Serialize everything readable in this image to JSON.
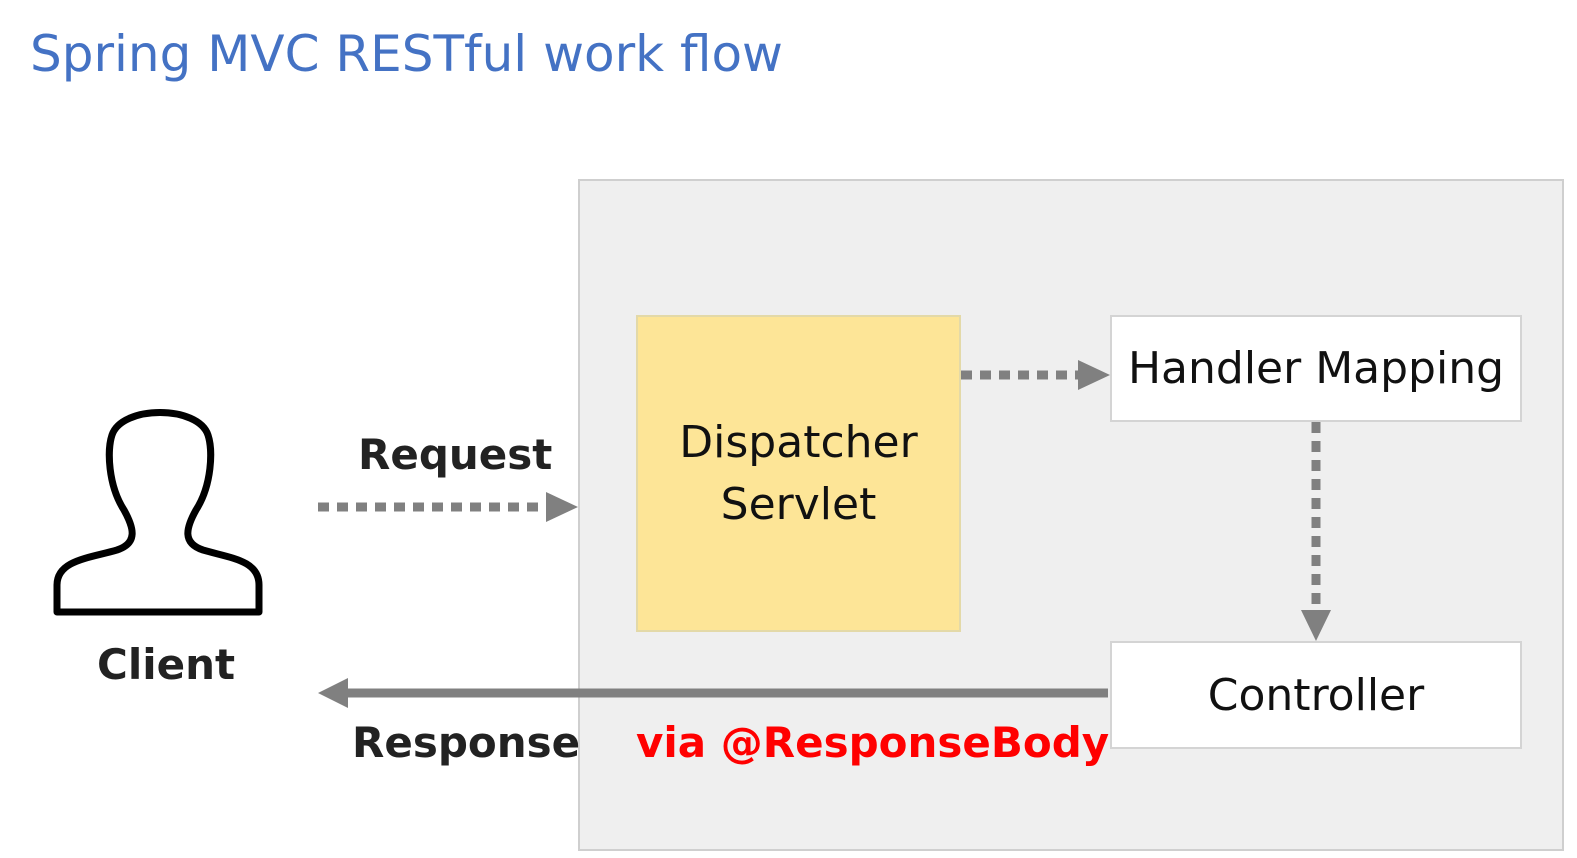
{
  "title": "Spring MVC RESTful work flow",
  "colors": {
    "title": "#4472c4",
    "dispatcher_fill": "#fde597",
    "arrow": "#808080",
    "highlight": "#ff0000"
  },
  "client": {
    "icon": "person-icon",
    "label": "Client"
  },
  "request": {
    "label": "Request"
  },
  "response": {
    "label": "Response",
    "via": "via @ResponseBody"
  },
  "dispatcher": {
    "line1": "Dispatcher",
    "line2": "Servlet"
  },
  "handler_mapping": {
    "label": "Handler Mapping"
  },
  "controller": {
    "label": "Controller"
  }
}
